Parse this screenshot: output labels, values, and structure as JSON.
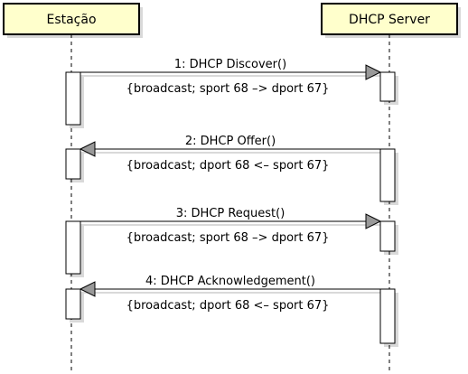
{
  "diagram": {
    "type": "sequence",
    "colors": {
      "actor_fill": "#ffffcc",
      "actor_border": "#000000",
      "arrowhead_fill": "#999999",
      "lifeline": "#000000",
      "activation_fill": "#ffffff",
      "shadow": "#d9d9d9"
    },
    "participants": [
      {
        "id": "estacao",
        "label": "Estação"
      },
      {
        "id": "server",
        "label": "DHCP Server"
      }
    ],
    "messages": [
      {
        "label": "1: DHCP Discover()",
        "note": "{broadcast; sport 68 –> dport 67}",
        "from": "estacao",
        "to": "server"
      },
      {
        "label": "2: DHCP Offer()",
        "note": "{broadcast; dport 68 <– sport 67}",
        "from": "server",
        "to": "estacao"
      },
      {
        "label": "3: DHCP Request()",
        "note": "{broadcast; sport 68 –> dport 67}",
        "from": "estacao",
        "to": "server"
      },
      {
        "label": "4: DHCP Acknowledgement()",
        "note": "{broadcast; dport 68 <– sport 67}",
        "from": "server",
        "to": "estacao"
      }
    ]
  }
}
